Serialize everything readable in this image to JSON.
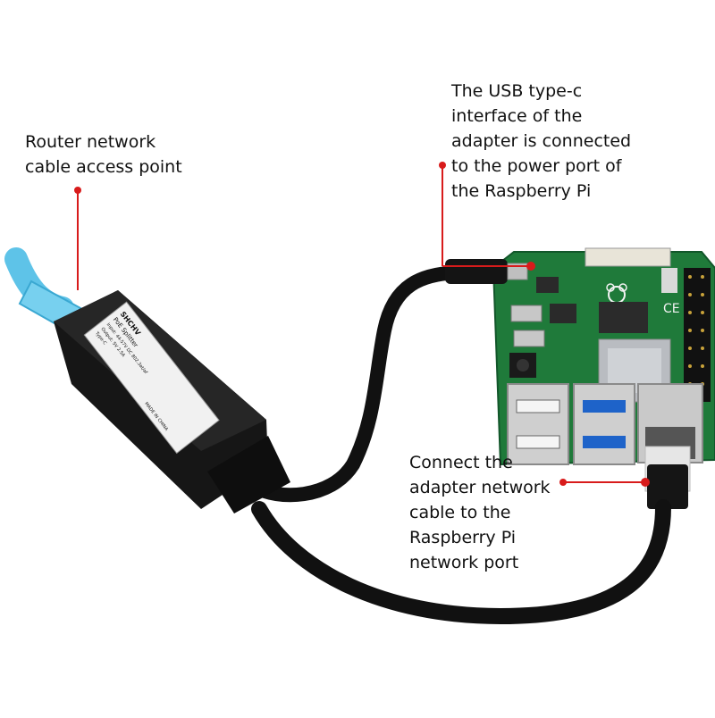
{
  "callouts": {
    "router": [
      "Router network",
      "cable access point"
    ],
    "usbc": [
      "The USB type-c",
      "interface of the",
      "adapter is connected",
      "to the power port of",
      "the Raspberry Pi"
    ],
    "netport": [
      "Connect the",
      "adapter network",
      "cable to the",
      "Raspberry Pi",
      "network port"
    ]
  },
  "device": {
    "label_lines": [
      "SHCHV",
      "PoE Splitter",
      "Input: 44-57V DC 802.3at/af",
      "Output: 5V 2.5A",
      "Type-C",
      "MADE IN CHINA"
    ]
  },
  "colors": {
    "callout_marker": "#d81b1b",
    "pcb": "#1f7a3a",
    "cable": "#111111",
    "ethernet_cable": "#5ec3e8",
    "usb3_port": "#1e63c9"
  },
  "icons": [
    "raspberry-logo-icon",
    "ce-mark-icon"
  ]
}
